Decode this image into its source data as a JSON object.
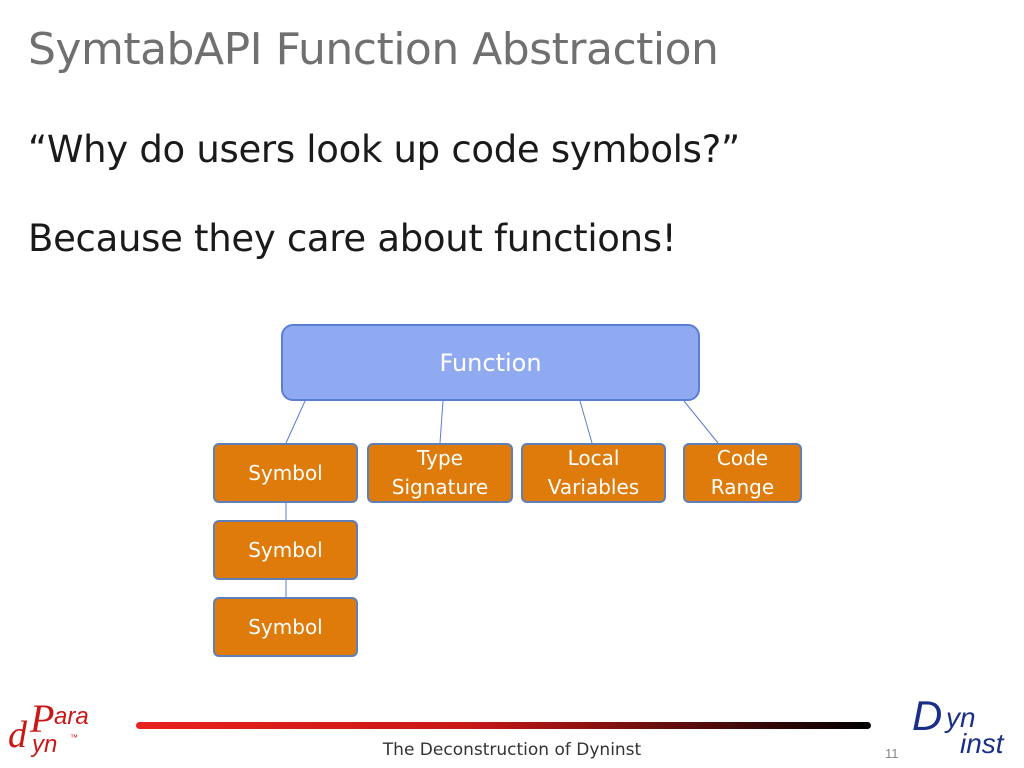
{
  "slide": {
    "title": "SymtabAPI Function Abstraction",
    "bullets": [
      "“Why do users look up code symbols?”",
      "Because they care about functions!"
    ]
  },
  "diagram": {
    "root": "Function",
    "children": [
      {
        "line1": "Symbol",
        "line2": ""
      },
      {
        "line1": "Type",
        "line2": "Signature"
      },
      {
        "line1": "Local",
        "line2": "Variables"
      },
      {
        "line1": "Code",
        "line2": "Range"
      }
    ],
    "symbol_chain": [
      "Symbol",
      "Symbol"
    ]
  },
  "footer": {
    "text": "The Deconstruction of Dyninst",
    "page_number": "11"
  },
  "logos": {
    "left": {
      "big_p": "P",
      "ara": "ara",
      "small_d": "d",
      "yn": "yn",
      "tm": "™"
    },
    "right": {
      "big_d": "D",
      "yn": "yn",
      "inst": "inst"
    }
  },
  "colors": {
    "function_box": "#8faaf0",
    "child_box": "#de7b0b",
    "connector": "#5a7ed4",
    "footer_line_start": "#e8211d",
    "footer_line_end": "#000000"
  }
}
